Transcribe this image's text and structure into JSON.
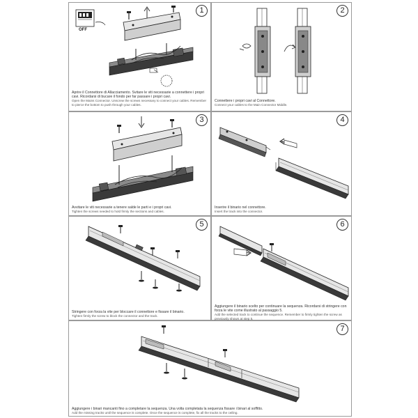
{
  "panels": [
    {
      "number": "1",
      "label_off": "OFF",
      "caption_it": "Aprire il Connettore di Allacciamento. Svitare le viti necessarie a connettere i propri cavi. Ricordarsi di bucare il fondo per far passare i propri cavi.",
      "caption_en": "Open the Mains Connector. Unscrew the screws necessary to connect your cables. Remember to pierce the bottom to push through your cables."
    },
    {
      "number": "2",
      "caption_it": "Connettere i propri cavi al Connettore.",
      "caption_en": "Connect your cables to the Main Connector Middle."
    },
    {
      "number": "3",
      "caption_it": "Avvitare le viti necessarie a tenere salde le parti e i propri cavi.",
      "caption_en": "Tighten the screws needed to hold firmly the sections and cables."
    },
    {
      "number": "4",
      "caption_it": "Inserire il binario nel connettore.",
      "caption_en": "Insert the track into the connector."
    },
    {
      "number": "5",
      "caption_it": "Stringere con forza la vite per bloccare il connettore e fissare il binario.",
      "caption_en": "Tighten firmly the screw to block the connector and the track."
    },
    {
      "number": "6",
      "caption_it": "Aggiungere il binario scelto per continuare la sequenza. Ricordarsi di stringere con forza le vite come illustrato al passaggio 5.",
      "caption_en": "Add the selected track to continue the sequence. Remember to firmly tighten the screw as previously shown at step 5."
    },
    {
      "number": "7",
      "caption_it": "Aggiungere i binari mancanti fino a completare la sequenza. Una volta completata la sequenza fissare i binari al soffitto.",
      "caption_en": "Add the missing tracks until the sequence is complete. Once the sequence is complete, fix all the tracks to the ceiling."
    }
  ]
}
